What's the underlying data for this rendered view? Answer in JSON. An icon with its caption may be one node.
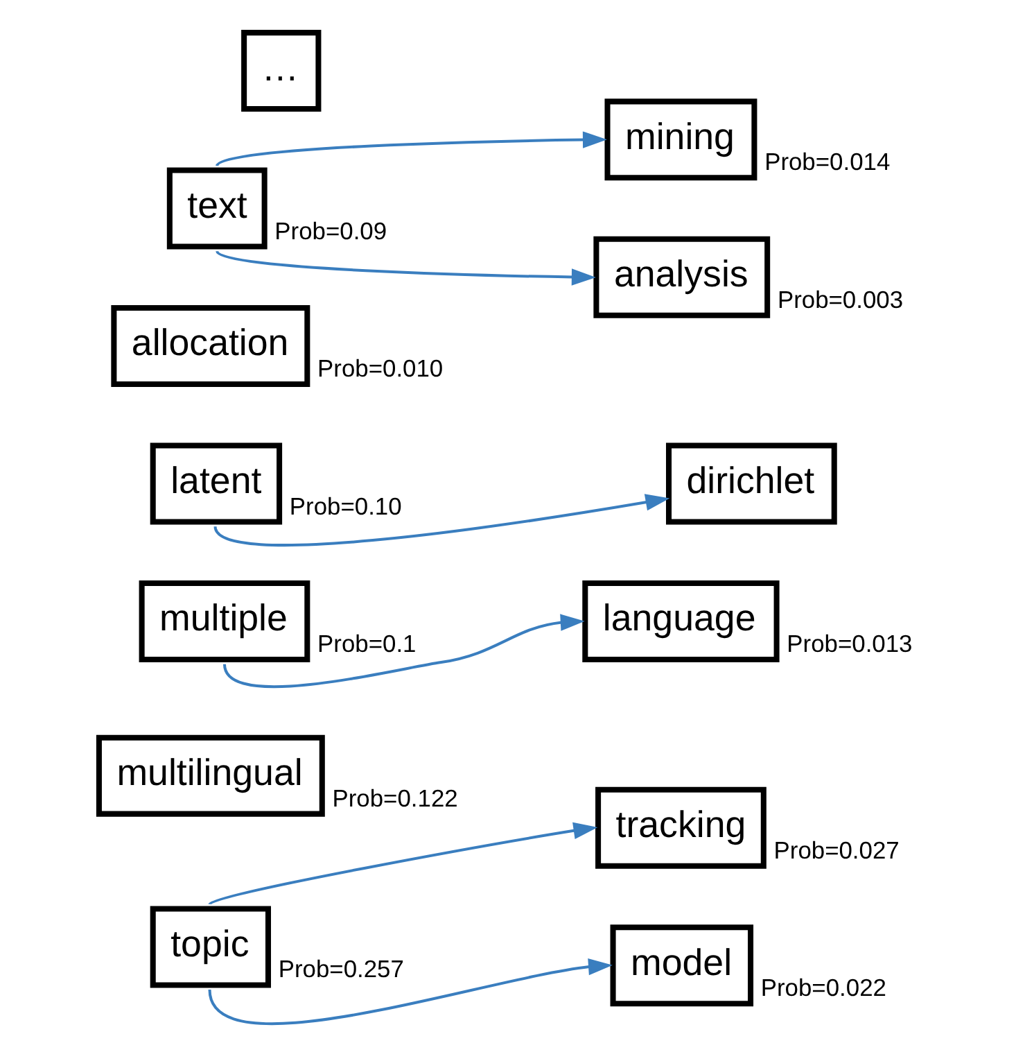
{
  "diagram": {
    "nodes": [
      {
        "text": [
          "topic"
        ],
        "beside": [
          "Prob=0.257"
        ]
      },
      {
        "text": [
          "tracking"
        ],
        "beside": [
          "Prob=0.027"
        ]
      },
      {
        "text": [
          "model"
        ],
        "beside": [
          "Prob=0.022"
        ]
      },
      {
        "text": [
          "multilingual"
        ],
        "beside": [
          "Prob=0.122"
        ]
      },
      {
        "text": [
          "multiple"
        ],
        "beside": [
          "Prob=0.1"
        ]
      },
      {
        "text": [
          "language"
        ],
        "beside": [
          "Prob=0.013"
        ]
      },
      {
        "text": [
          "latent"
        ],
        "beside": [
          "Prob=0.10"
        ]
      },
      {
        "text": [
          "dirichlet"
        ]
      },
      {
        "text": [
          "allocation"
        ],
        "beside": [
          "Prob=0.010"
        ]
      },
      {
        "text": [
          "text"
        ],
        "beside": [
          "Prob=0.09"
        ]
      },
      {
        "text": [
          "mining"
        ],
        "beside": [
          "Prob=0.014"
        ]
      },
      {
        "text": [
          "analysis"
        ],
        "beside": [
          "Prob=0.003"
        ]
      },
      {
        "text": [
          "…"
        ]
      }
    ],
    "edges": [
      {
        "from": 0,
        "to": 1,
        "arrow": "to"
      },
      {
        "from": 0,
        "to": 2,
        "arrow": "to"
      },
      {
        "from": 4,
        "to": 5,
        "arrow": "to"
      },
      {
        "from": 6,
        "to": 7,
        "arrow": "to"
      },
      {
        "from": 9,
        "to": 10,
        "arrow": "to"
      },
      {
        "from": 9,
        "to": 11,
        "arrow": "to"
      }
    ]
  }
}
